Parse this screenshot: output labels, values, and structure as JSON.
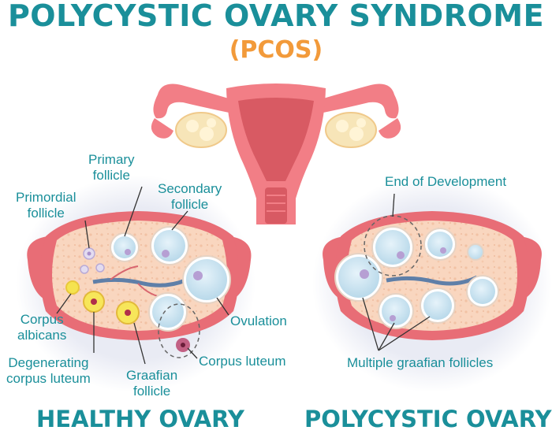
{
  "title": "POLYCYSTIC OVARY SYNDROME",
  "subtitle": "(PCOS)",
  "labels": {
    "primary_follicle": "Primary\nfollicle",
    "secondary_follicle": "Secondary\nfollicle",
    "primordial_follicle": "Primordial\nfollicle",
    "corpus_albicans": "Corpus\nalbicans",
    "ovulation": "Ovulation",
    "degenerating_corpus_luteum": "Degenerating\ncorpus luteum",
    "graafian_follicle": "Graafian\nfollicle",
    "corpus_luteum": "Corpus luteum",
    "end_of_development": "End of Development",
    "multiple_graafian_follicles": "Multiple graafian follicles"
  },
  "sections": {
    "healthy": "HEALTHY OVARY",
    "polycystic": "POLYCYSTIC OVARY"
  },
  "colors": {
    "teal": "#1a8f9a",
    "orange": "#f29a3a",
    "uterus": "#f27e86",
    "uterus_dark": "#d85a63",
    "stroma": "#f9d9c4",
    "follicle": "#cfe6f2",
    "halo": "#eaecf4"
  }
}
